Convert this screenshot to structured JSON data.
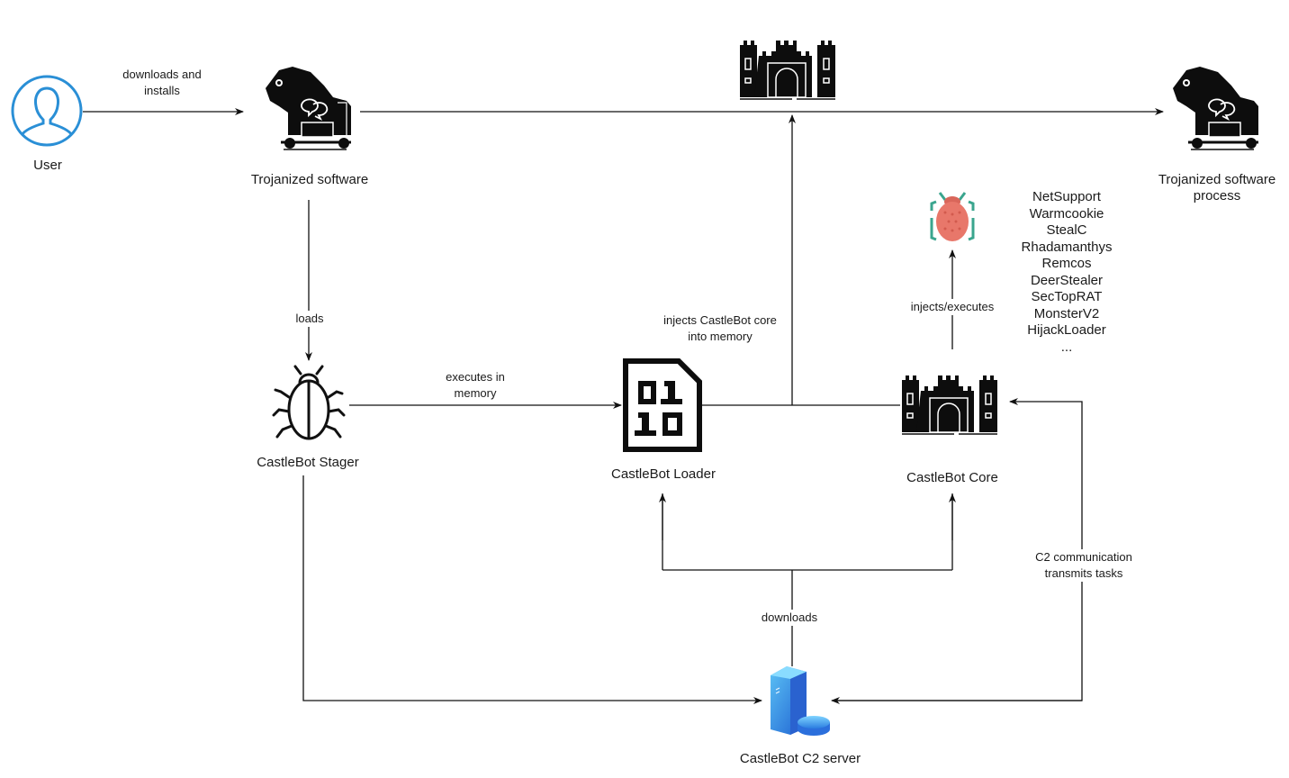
{
  "nodes": {
    "user": {
      "label": "User"
    },
    "trojanized_software": {
      "label": "Trojanized software"
    },
    "castle_top": {
      "label": ""
    },
    "trojanized_process": {
      "label_line1": "Trojanized software",
      "label_line2": "process"
    },
    "stager": {
      "label": "CastleBot Stager"
    },
    "loader": {
      "label": "CastleBot Loader"
    },
    "core": {
      "label": "CastleBot Core"
    },
    "payload_bug": {
      "label": ""
    },
    "c2_server": {
      "label": "CastleBot C2 server"
    }
  },
  "edges": {
    "user_to_trojan": {
      "line1": "downloads and",
      "line2": "installs"
    },
    "trojan_to_stager": {
      "label": "loads"
    },
    "stager_to_loader": {
      "line1": "executes in",
      "line2": "memory"
    },
    "loader_inject": {
      "line1": "injects CastleBot core",
      "line2": "into memory"
    },
    "core_to_payload": {
      "label": "injects/executes"
    },
    "c2_downloads": {
      "label": "downloads"
    },
    "core_c2": {
      "line1": "C2 communication",
      "line2": "transmits tasks"
    }
  },
  "payloads": [
    "NetSupport",
    "Warmcookie",
    "StealC",
    "Rhadamanthys",
    "Remcos",
    "DeerStealer",
    "SecTopRAT",
    "MonsterV2",
    "HijackLoader",
    "..."
  ],
  "colors": {
    "user_icon": "#2a8fd6",
    "bug_body": "#e8776a",
    "bug_legs": "#3aa58e",
    "server_blue": "#2f7de0"
  }
}
